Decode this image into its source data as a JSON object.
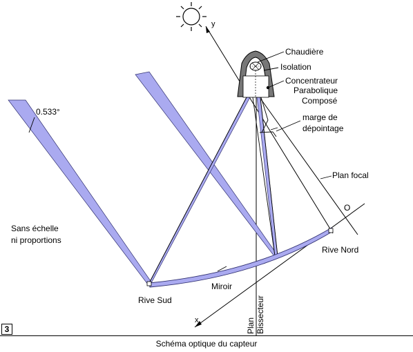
{
  "labels": {
    "chaudiere": "Chaudière",
    "isolation": "Isolation",
    "concentrateur_1": "Concentrateur",
    "concentrateur_2": "Parabolique",
    "concentrateur_3": "Composé",
    "marge_1": "marge de",
    "marge_2": "dépointage",
    "angle": "0.533°",
    "plan_focal": "Plan focal",
    "point_o": "O",
    "rive_nord": "Rive Nord",
    "rive_sud": "Rive Sud",
    "miroir": "Miroir",
    "sans_echelle_1": "Sans échelle",
    "sans_echelle_2": "ni proportions",
    "axis_x": "x",
    "axis_y": "y",
    "plan": "Plan",
    "bissecteur": "Bissecteur"
  },
  "figure_number": "3",
  "caption": "Schéma optique du capteur",
  "colors": {
    "ray_fill": "#aaaaf0",
    "ray_stroke": "#303070",
    "receiver": "#777777"
  }
}
